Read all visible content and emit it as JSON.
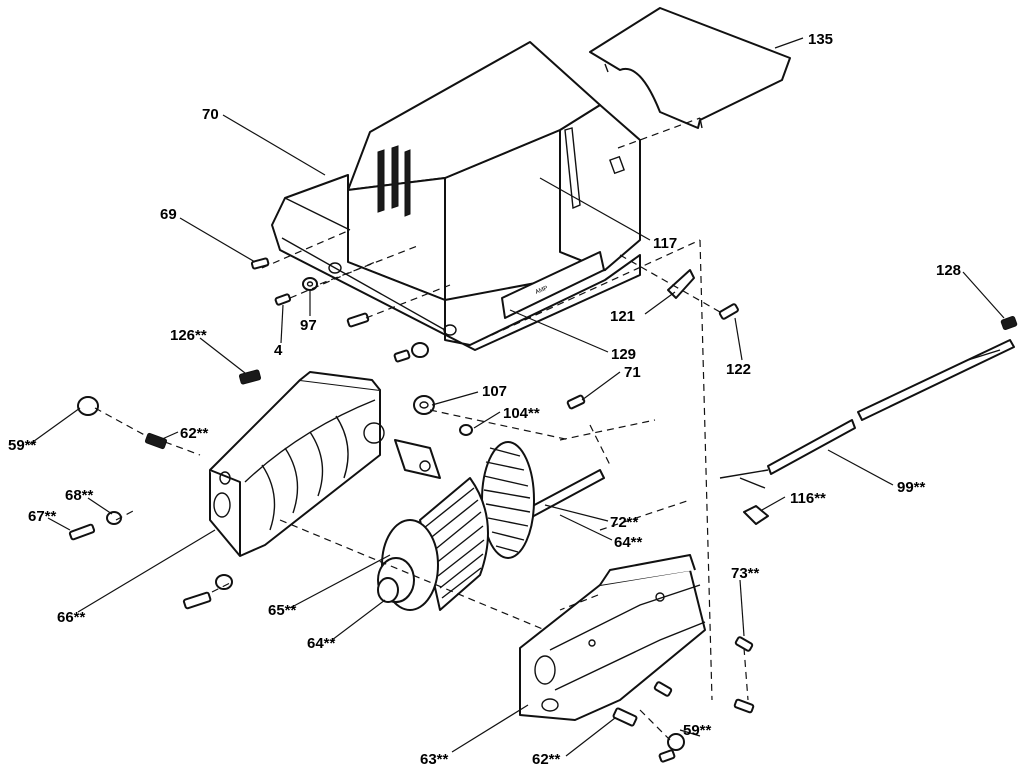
{
  "labels": [
    {
      "id": "135",
      "text": "135"
    },
    {
      "id": "70",
      "text": "70"
    },
    {
      "id": "69",
      "text": "69"
    },
    {
      "id": "117",
      "text": "117"
    },
    {
      "id": "128",
      "text": "128"
    },
    {
      "id": "97",
      "text": "97"
    },
    {
      "id": "4",
      "text": "4"
    },
    {
      "id": "126",
      "text": "126**"
    },
    {
      "id": "121",
      "text": "121"
    },
    {
      "id": "122",
      "text": "122"
    },
    {
      "id": "129",
      "text": "129"
    },
    {
      "id": "107",
      "text": "107"
    },
    {
      "id": "71",
      "text": "71"
    },
    {
      "id": "104",
      "text": "104**"
    },
    {
      "id": "59a",
      "text": "59**"
    },
    {
      "id": "62a",
      "text": "62**"
    },
    {
      "id": "68",
      "text": "68**"
    },
    {
      "id": "67",
      "text": "67**"
    },
    {
      "id": "99",
      "text": "99**"
    },
    {
      "id": "116",
      "text": "116**"
    },
    {
      "id": "72",
      "text": "72**"
    },
    {
      "id": "64a",
      "text": "64**"
    },
    {
      "id": "73",
      "text": "73**"
    },
    {
      "id": "66",
      "text": "66**"
    },
    {
      "id": "65",
      "text": "65**"
    },
    {
      "id": "64b",
      "text": "64**"
    },
    {
      "id": "59b",
      "text": "59**"
    },
    {
      "id": "63",
      "text": "63**"
    },
    {
      "id": "62b",
      "text": "62**"
    }
  ]
}
